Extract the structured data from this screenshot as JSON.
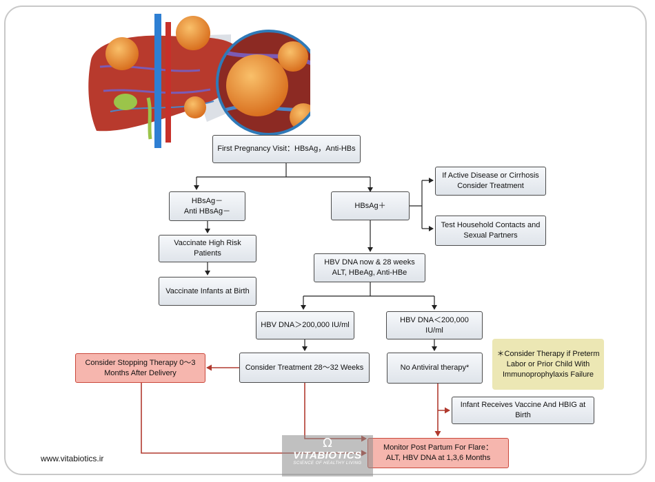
{
  "watermark_url": "www.vitabiotics.ir",
  "logo": {
    "symbol": "Ω",
    "name": "VITABIOTICS",
    "tagline": "SCIENCE OF HEALTHY LIVING"
  },
  "colors": {
    "box_fill": "#e6e9ee",
    "highlight_fill": "#f6b6ae",
    "note_fill": "#ece7b4",
    "arrow_black": "#222222",
    "arrow_red": "#b0392e"
  },
  "nodes": {
    "first_visit": "First Pregnancy Visit：HBsAg，Anti-HBs",
    "hbsag_neg": "HBsAg－\nAnti HBsAg－",
    "hbsag_pos": "HBsAg＋",
    "active_disease": "If Active Disease or Cirrhosis\nConsider Treatment",
    "test_contacts": "Test Household Contacts and\nSexual Partners",
    "vacc_high_risk": "Vaccinate High Risk Patients",
    "vacc_infants": "Vaccinate Infants at Birth",
    "hbv_dna_now": "HBV DNA now & 28 weeks\nALT, HBeAg, Anti-HBe",
    "dna_high": "HBV DNA＞200,000 IU/ml",
    "dna_low": "HBV DNA＜200,000 IU/ml",
    "consider_stopping": "Consider Stopping Therapy 0～3\nMonths After Delivery",
    "consider_treatment": "Consider Treatment 28～32 Weeks",
    "no_antiviral": "No Antiviral therapy*",
    "note": "＊Consider Therapy if Preterm\nLabor or Prior Child With\nImmunoprophylaxis Failure",
    "infant_vaccine": "Infant Receives Vaccine And HBIG at Birth",
    "monitor": "Monitor Post Partum For Flare：\nALT, HBV DNA at 1,3,6 Months"
  }
}
